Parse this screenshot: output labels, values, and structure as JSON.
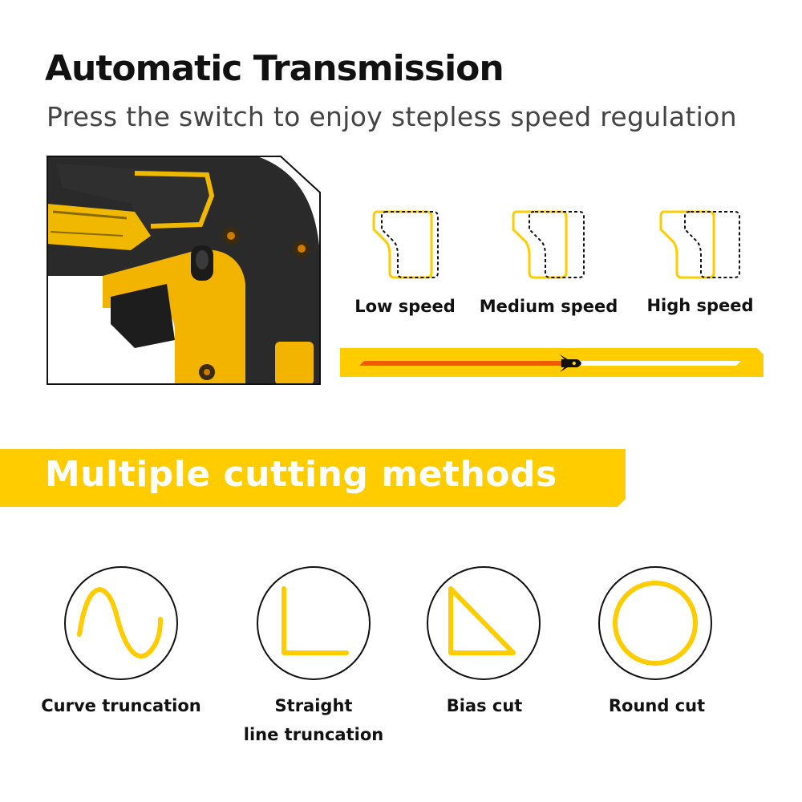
{
  "header": {
    "title": "Automatic Transmission",
    "subtitle": "Press the switch to enjoy stepless speed regulation"
  },
  "speeds": [
    {
      "label": "Low speed",
      "icon": "trigger-low-speed-icon"
    },
    {
      "label": "Medium speed",
      "icon": "trigger-medium-speed-icon"
    },
    {
      "label": "High speed",
      "icon": "trigger-high-speed-icon"
    }
  ],
  "speed_bar": {
    "level": 0.55,
    "icon": "rocket-icon"
  },
  "banner": {
    "label": "Multiple cutting methods"
  },
  "methods": [
    {
      "line1": "Curve truncation",
      "line2": "",
      "icon": "curve-cut-icon"
    },
    {
      "line1": "Straight",
      "line2": "line truncation",
      "icon": "straight-cut-icon"
    },
    {
      "line1": "Bias cut",
      "line2": "",
      "icon": "bias-cut-icon"
    },
    {
      "line1": "Round cut",
      "line2": "",
      "icon": "round-cut-icon"
    }
  ],
  "colors": {
    "accent": "#FFCC00",
    "speed_fill": "#F25A00",
    "text": "#111111"
  }
}
